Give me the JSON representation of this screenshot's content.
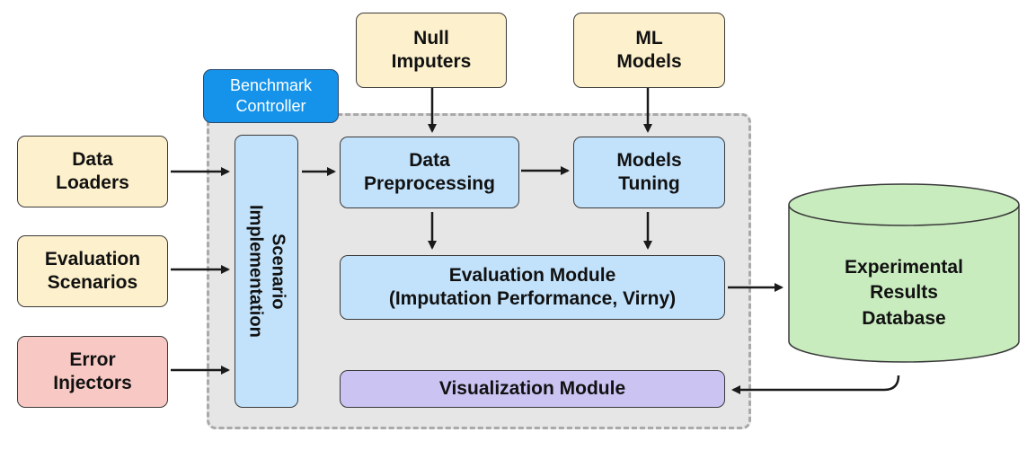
{
  "nodes": {
    "null_imputers": "Null\nImputers",
    "ml_models": "ML\nModels",
    "benchmark_controller": "Benchmark\nController",
    "data_loaders": "Data\nLoaders",
    "evaluation_scenarios": "Evaluation\nScenarios",
    "error_injectors": "Error\nInjectors",
    "scenario_implementation": "Scenario\nImplementation",
    "data_preprocessing": "Data\nPreprocessing",
    "models_tuning": "Models\nTuning",
    "evaluation_module": "Evaluation Module\n(Imputation Performance, Virny)",
    "visualization_module": "Visualization Module",
    "experimental_results_db": "Experimental\nResults\nDatabase"
  },
  "colors": {
    "input_box": "#fdf0cc",
    "error_box": "#f8c9c4",
    "process_box": "#c2e2fb",
    "visualization_box": "#cbc3f2",
    "controller": "#1593ea",
    "database": "#c9ecbf",
    "container": "#e6e6e6"
  }
}
